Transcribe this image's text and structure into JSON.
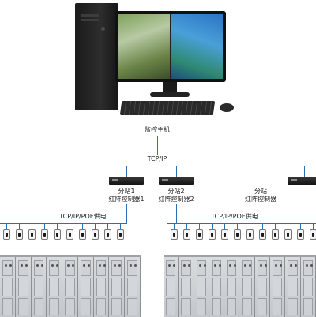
{
  "labels": {
    "host": "监控主机",
    "tcpip_top": "TCP/IP",
    "station1": "分站1",
    "station1_ctrl": "红阵控制器1",
    "station2": "分站2",
    "station2_ctrl": "红阵控制器2",
    "station3": "分站",
    "station3_ctrl": "红阵控制器",
    "poe_left": "TCP/IP/POE供电",
    "poe_right": "TCP/IP/POE供电"
  },
  "colors": {
    "line": "#2a6fb8"
  },
  "icons": {
    "host": "desktop-computer",
    "controller": "network-controller",
    "sensor": "temperature-sensor",
    "cabinet": "switchgear-cabinet"
  }
}
